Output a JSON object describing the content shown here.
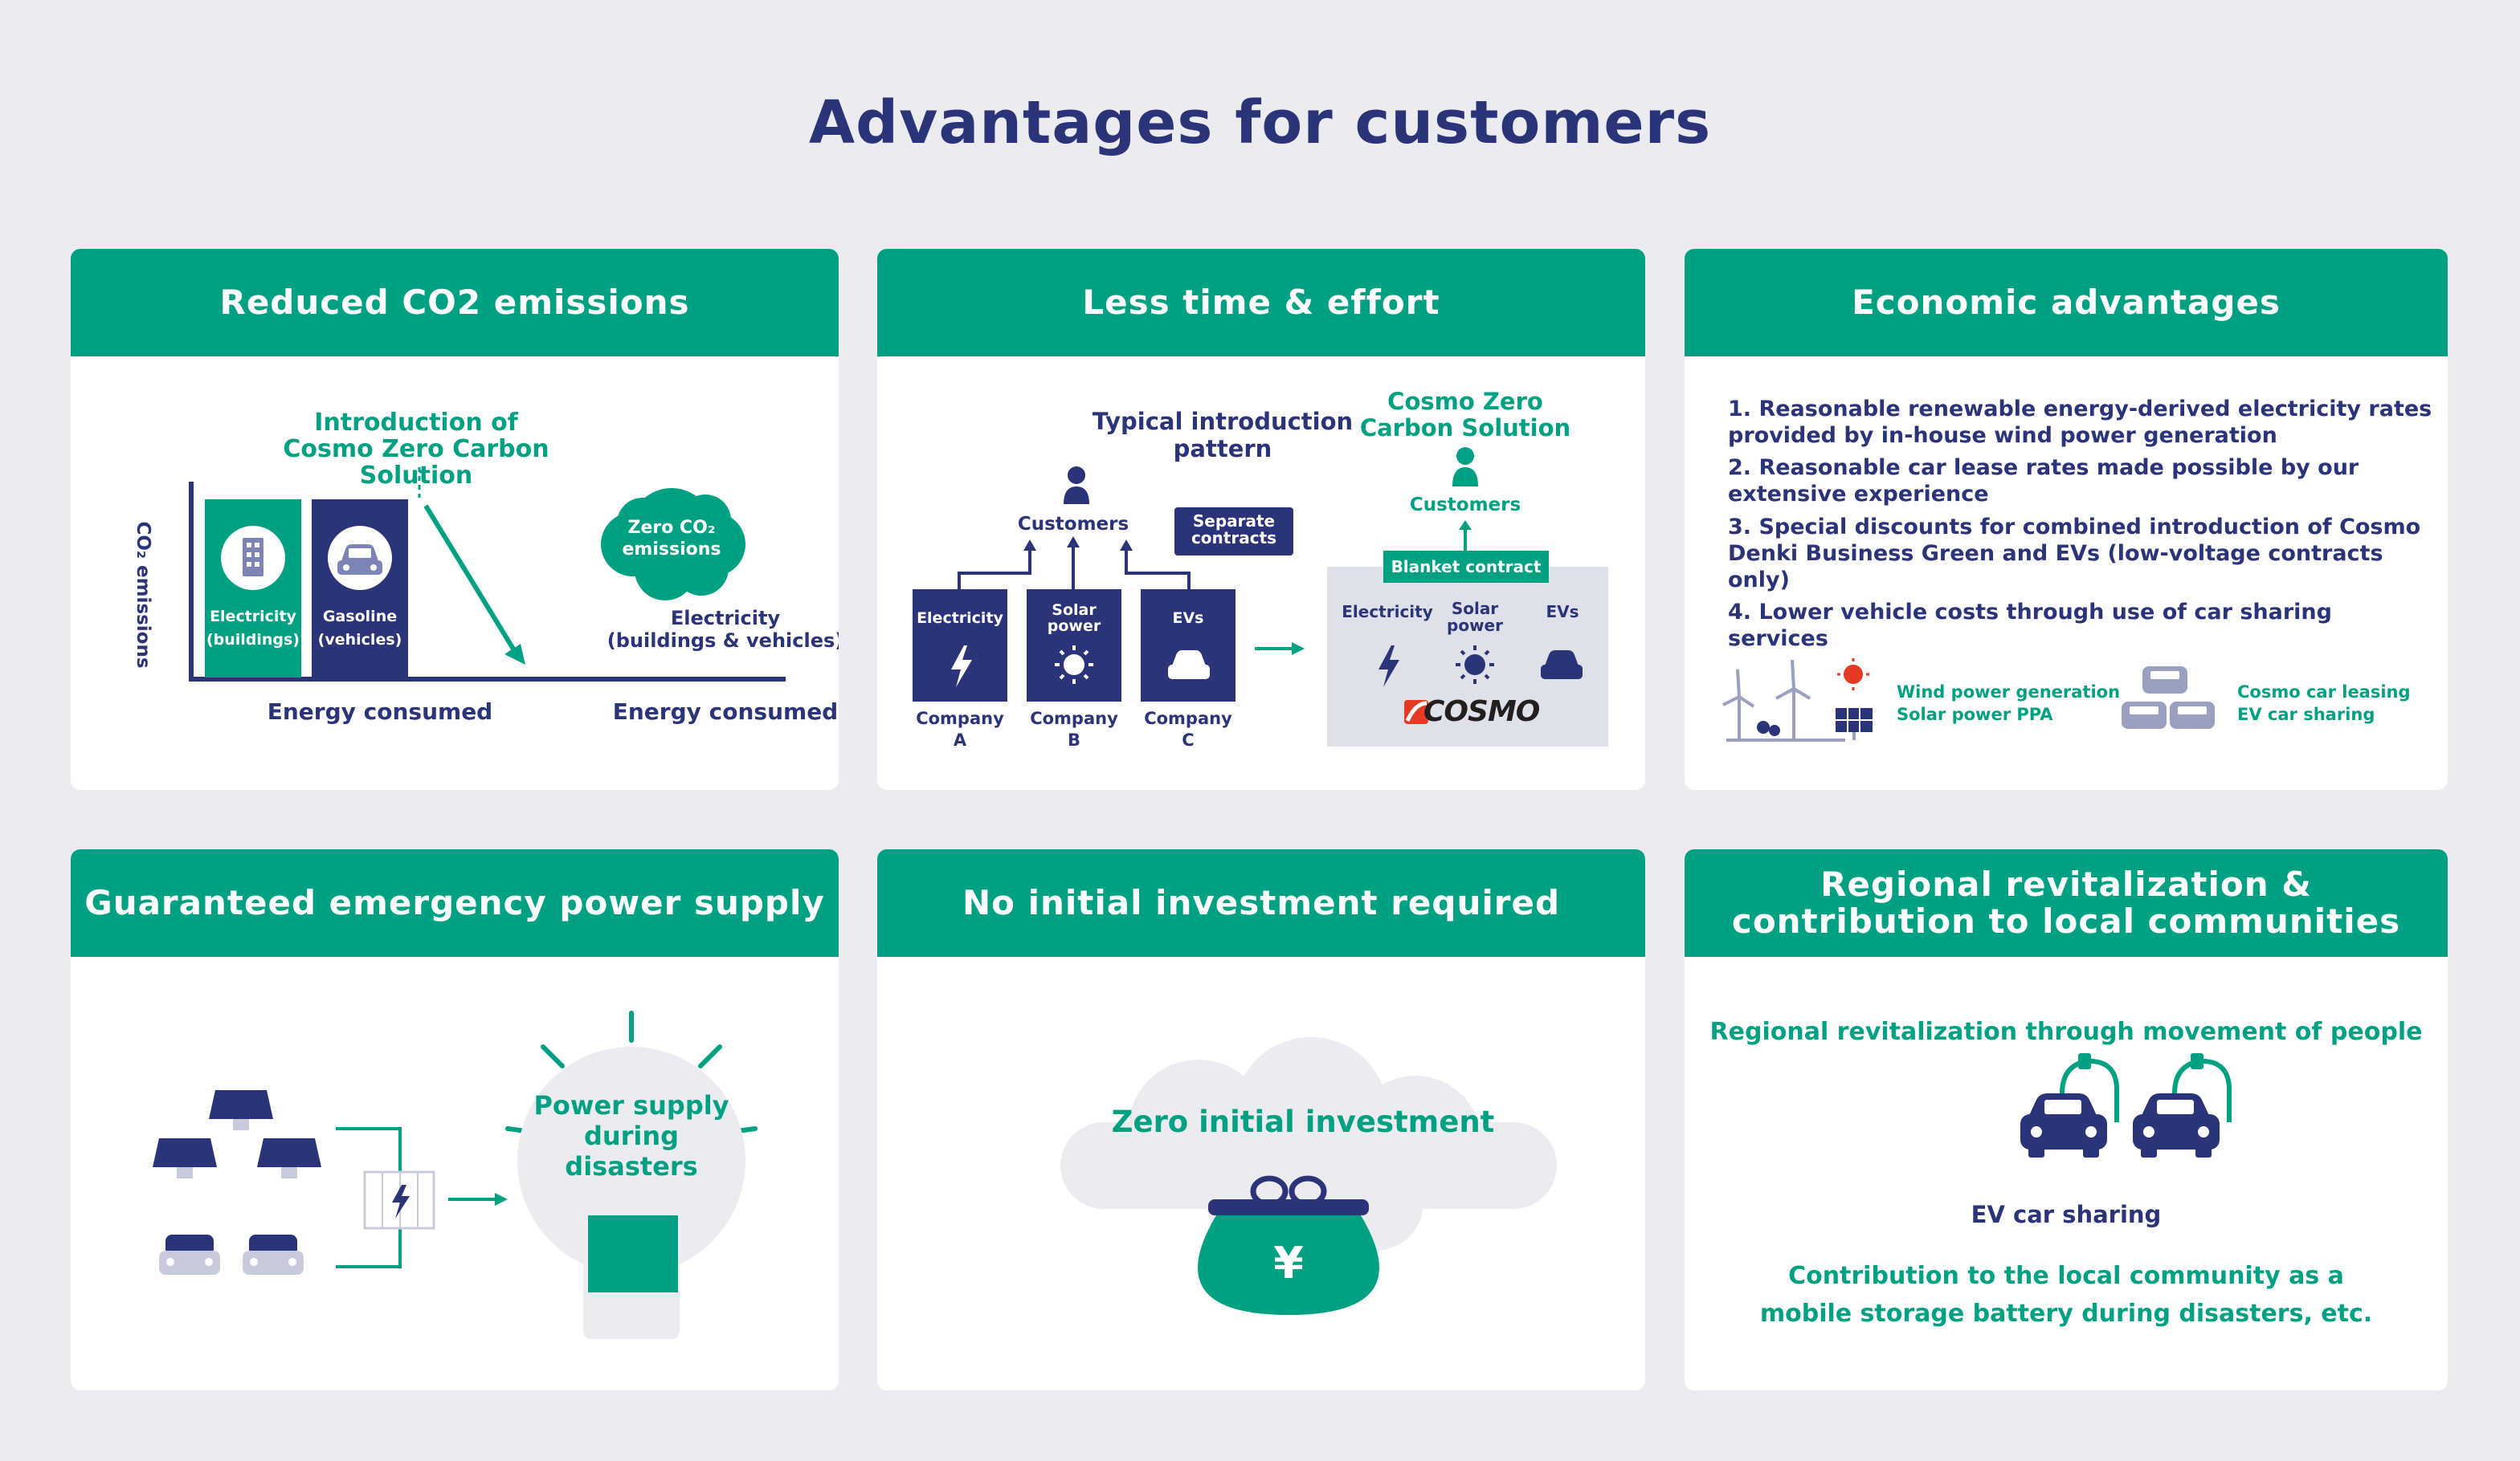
{
  "page_title": "Advantages for customers",
  "cards": {
    "co2": {
      "heading": "Reduced CO2 emissions",
      "intro": "Introduction of\nCosmo Zero Carbon Solution",
      "y_axis": "CO₂ emissions",
      "bar1_label": "Electricity\n(buildings)",
      "bar2_label": "Gasoline\n(vehicles)",
      "cloud_label": "Zero CO₂\nemissions",
      "after_label": "Electricity\n(buildings & vehicles)",
      "x_label_before": "Energy consumed",
      "x_label_after": "Energy consumed"
    },
    "effort": {
      "heading": "Less time & effort",
      "typical_title": "Typical introduction\npattern",
      "customers_left": "Customers",
      "separate_contracts": "Separate\ncontracts",
      "companies": [
        {
          "service": "Electricity",
          "name": "Company\nA"
        },
        {
          "service": "Solar\npower",
          "name": "Company\nB"
        },
        {
          "service": "EVs",
          "name": "Company\nC"
        }
      ],
      "czcs_title": "Cosmo Zero\nCarbon Solution",
      "customers_right": "Customers",
      "blanket_contract": "Blanket contract",
      "bundle": [
        "Electricity",
        "Solar\npower",
        "EVs"
      ],
      "brand": "COSMO"
    },
    "economic": {
      "heading": "Economic advantages",
      "items": [
        "1. Reasonable renewable energy-derived electricity rates\n    provided by in-house wind power generation",
        "2. Reasonable car lease rates made possible by our\n    extensive experience",
        "3. Special discounts for combined introduction of Cosmo\n    Denki Business Green and EVs (low-voltage contracts\n    only)",
        "4. Lower vehicle costs through use of car sharing services"
      ],
      "wind_label": "Wind power generation\nSolar power PPA",
      "car_label": "Cosmo car leasing\nEV car sharing"
    },
    "emergency": {
      "heading": "Guaranteed emergency power supply",
      "bulb_label": "Power supply\nduring\ndisasters"
    },
    "investment": {
      "heading": "No initial investment required",
      "cloud_label": "Zero initial investment",
      "yen": "¥"
    },
    "regional": {
      "heading": "Regional revitalization &\ncontribution to local communities",
      "subtitle": "Regional revitalization through movement of people",
      "ev_label": "EV car sharing",
      "footer": "Contribution to the local community as a\nmobile storage battery during disasters, etc."
    }
  },
  "colors": {
    "green": "#00a183",
    "navy": "#2b3479",
    "background": "#ebecf1",
    "light_gray": "#dfe1ea",
    "red": "#e53a23"
  }
}
